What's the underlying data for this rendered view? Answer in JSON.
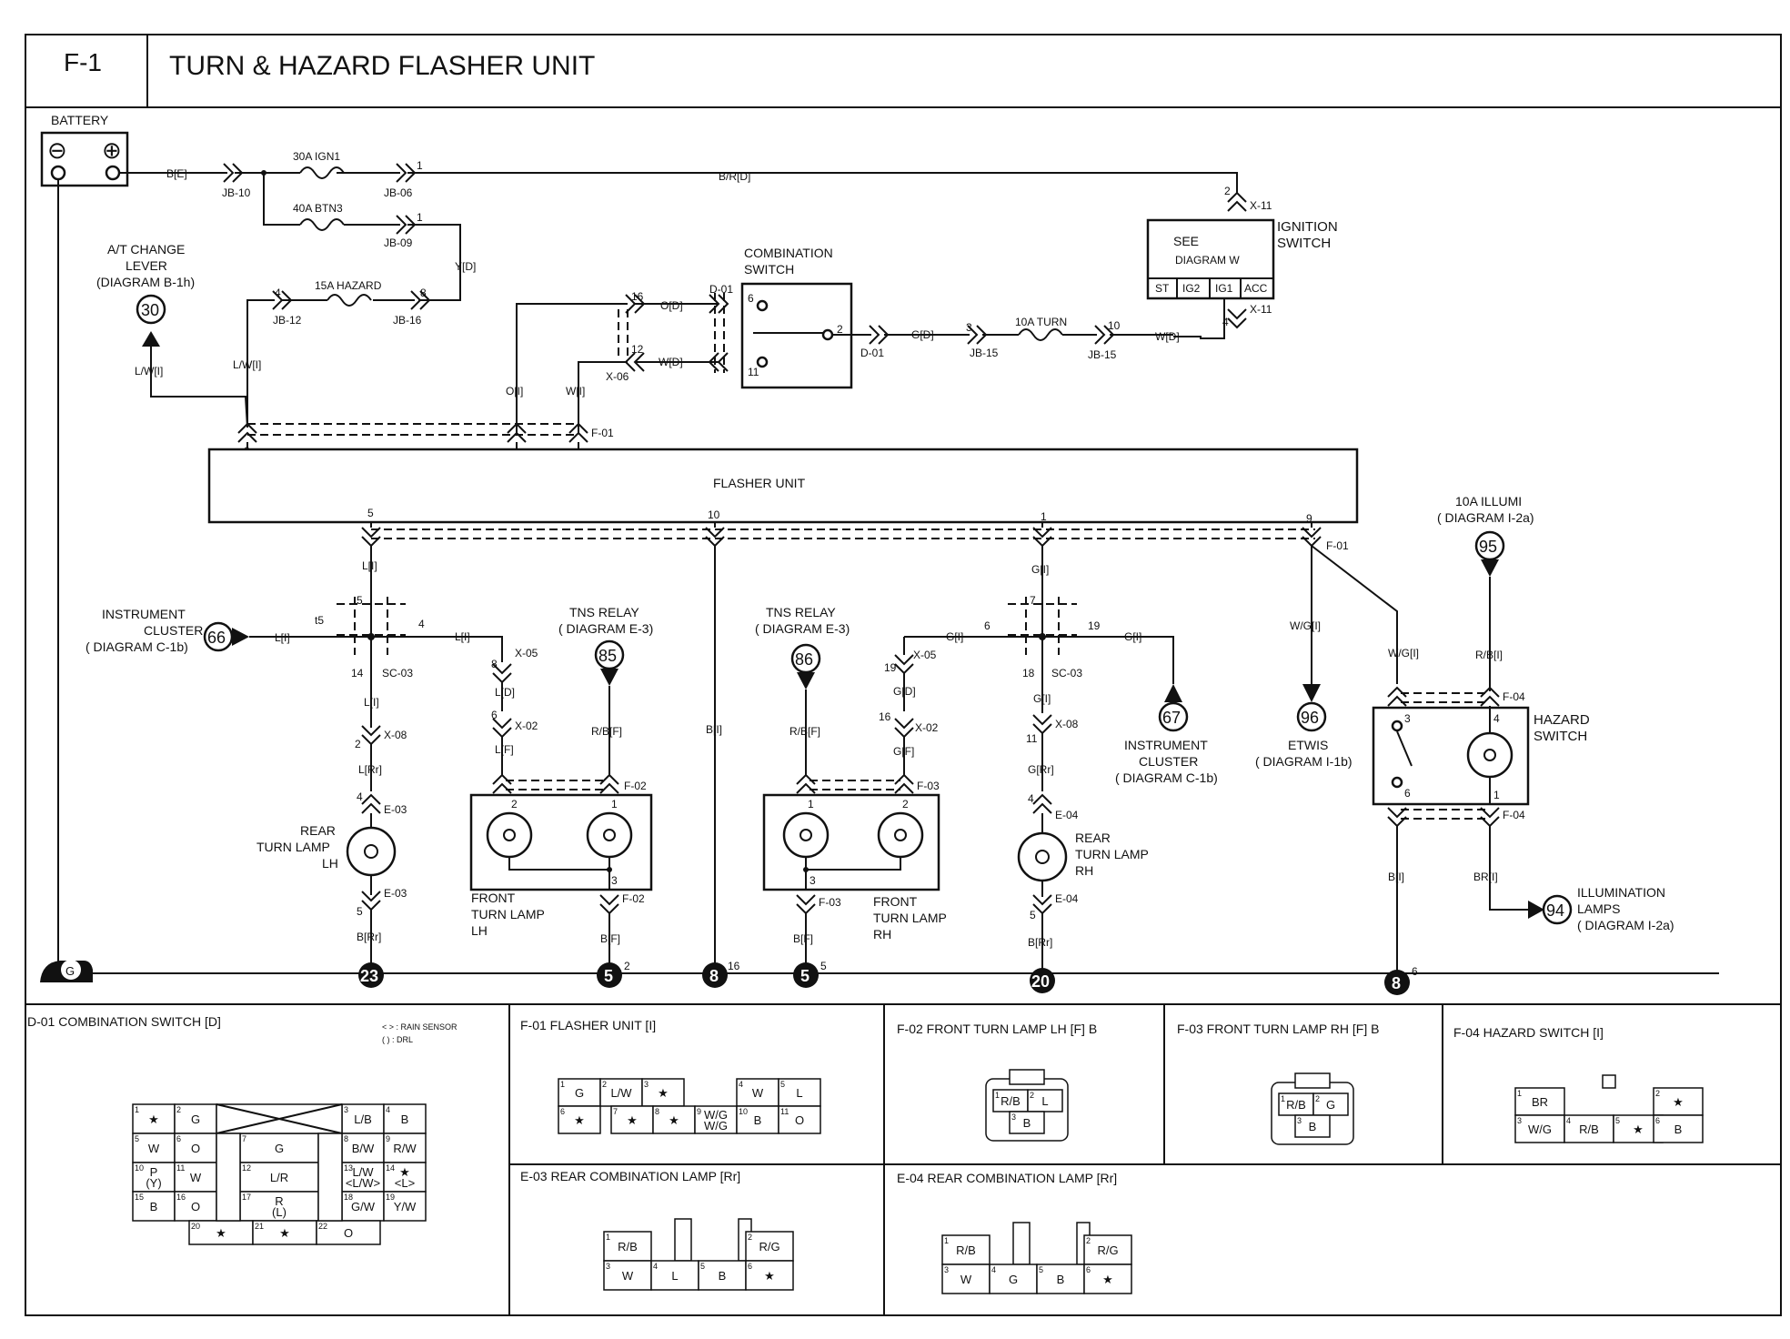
{
  "header": {
    "code": "F-1",
    "title": "TURN & HAZARD FLASHER UNIT"
  },
  "labels": {
    "battery": "BATTERY",
    "minus": "⊖",
    "plus": "⊕",
    "w_batt": "B[E]",
    "jb10": "JB-10",
    "fuse_ign1": "30A IGN1",
    "fuse_btn3": "40A BTN3",
    "jb06": "JB-06",
    "jb09": "JB-09",
    "p1": "1",
    "w_brd": "B/R[D]",
    "x11": "X-11",
    "p2": "2",
    "ign_see": "SEE",
    "ign_diag": "DIAGRAM  W",
    "ign_title1": "IGNITION",
    "ign_title2": "SWITCH",
    "ign_st": "ST",
    "ign_ig2": "IG2",
    "ign_ig1": "IG1",
    "ign_acc": "ACC",
    "p4": "4",
    "at1": "A/T CHANGE",
    "at2": "LEVER",
    "at3": "(DIAGRAM B-1h)",
    "n30": "30",
    "w_lwi": "L/W[I]",
    "fuse_hazard": "15A HAZARD",
    "jb12": "JB-12",
    "jb16": "JB-16",
    "p8": "8",
    "w_yd": "Y[D]",
    "comb1": "COMBINATION",
    "comb2": "SWITCH",
    "d01": "D-01",
    "p6": "6",
    "p11": "11",
    "p16": "16",
    "p12": "12",
    "x06": "X-06",
    "w_od": "O[D]",
    "w_wd": "W[D]",
    "w_oi": "O[I]",
    "w_wi": "W[I]",
    "w_gd": "G[D]",
    "fuse_turn": "10A TURN",
    "jb15": "JB-15",
    "p3": "3",
    "p10": "10",
    "flasher": "FLASHER UNIT",
    "f01": "F-01",
    "p5": "5",
    "p9": "9",
    "w_li": "L[I]",
    "w_gi": "G[I]",
    "w_wgi": "W/G[I]",
    "sc03": "SC-03",
    "t5": "t5",
    "p14": "14",
    "p7": "7",
    "p18": "18",
    "p19": "19",
    "ic1": "INSTRUMENT",
    "ic2": "CLUSTER",
    "ic3": "( DIAGRAM C-1b)",
    "n66": "66",
    "n67": "67",
    "tns1": "TNS RELAY",
    "tns2": "( DIAGRAM E-3)",
    "n85": "85",
    "n86": "86",
    "w_rbf": "R/B[F]",
    "x05": "X-05",
    "x02": "X-02",
    "x08": "X-08",
    "w_ld": "L[D]",
    "w_lf": "L[F]",
    "w_lrr": "L[Rr]",
    "w_gf": "G[F]",
    "w_grr": "G[Rr]",
    "w_gd2": "G[D]",
    "f02": "F-02",
    "f03": "F-03",
    "e03": "E-03",
    "e04": "E-04",
    "rtl1": "REAR",
    "rtl2": "TURN LAMP",
    "rtl3": "LH",
    "rtr3": "RH",
    "ftl1": "FRONT",
    "ftl2": "TURN LAMP",
    "ftl3": "LH",
    "ftr3": "RH",
    "w_bi": "B[I]",
    "w_bf": "B[F]",
    "w_brr": "B[Rr]",
    "w_bri": "BR[I]",
    "w_rbi": "R/B[I]",
    "n96": "96",
    "etwis1": "ETWIS",
    "etwis2": "( DIAGRAM  I-1b)",
    "illumi1": "10A ILLUMI",
    "illumi2": "( DIAGRAM  I-2a)",
    "n95": "95",
    "f04": "F-04",
    "haz1": "HAZARD",
    "haz2": "SWITCH",
    "n94": "94",
    "ill1": "ILLUMINATION",
    "ill2": "LAMPS",
    "ill3": "( DIAGRAM  I-2a)",
    "g": "G",
    "g23": "23",
    "g5": "5",
    "g8": "8",
    "g20": "20",
    "p2s": "2",
    "p16s": "16",
    "p5s": "5",
    "p6s": "6"
  },
  "connectors": {
    "d01": {
      "title": "D-01 COMBINATION SWITCH  [D]",
      "legend1": "< > : RAIN SENSOR",
      "legend2": "(   ) : DRL",
      "cells": [
        [
          "1",
          "★"
        ],
        [
          "2",
          "G"
        ],
        [
          "3",
          "L/B"
        ],
        [
          "4",
          "B"
        ],
        [
          "5",
          "W"
        ],
        [
          "6",
          "O"
        ],
        [
          "7",
          "G"
        ],
        [
          "8",
          "B/W"
        ],
        [
          "9",
          "R/W"
        ],
        [
          "10",
          "P (Y)"
        ],
        [
          "11",
          "W"
        ],
        [
          "12",
          "L/R"
        ],
        [
          "13",
          "L/W <L/W>"
        ],
        [
          "14",
          "★ <L>"
        ],
        [
          "15",
          "B"
        ],
        [
          "16",
          "O"
        ],
        [
          "17",
          "R (L)"
        ],
        [
          "18",
          "G/W"
        ],
        [
          "19",
          "Y/W"
        ],
        [
          "20",
          "★"
        ],
        [
          "21",
          "★"
        ],
        [
          "22",
          "O"
        ]
      ]
    },
    "f01": {
      "title": "F-01 FLASHER UNIT [I]",
      "cells": [
        [
          "1",
          "G"
        ],
        [
          "2",
          "L/W"
        ],
        [
          "3",
          "★"
        ],
        [
          "4",
          "W"
        ],
        [
          "5",
          "L"
        ],
        [
          "6",
          "★"
        ],
        [
          "7",
          "★"
        ],
        [
          "8",
          "★"
        ],
        [
          "9",
          "W/G W/G"
        ],
        [
          "10",
          "B"
        ],
        [
          "11",
          "O"
        ]
      ]
    },
    "f02": {
      "title": "F-02 FRONT TURN LAMP LH [F] B",
      "cells": [
        [
          "1",
          "R/B"
        ],
        [
          "2",
          "L"
        ],
        [
          "3",
          "B"
        ]
      ]
    },
    "f03": {
      "title": "F-03 FRONT TURN LAMP RH [F] B",
      "cells": [
        [
          "1",
          "R/B"
        ],
        [
          "2",
          "G"
        ],
        [
          "3",
          "B"
        ]
      ]
    },
    "f04": {
      "title": "F-04 HAZARD SWITCH [I]",
      "cells": [
        [
          "1",
          "BR"
        ],
        [
          "2",
          "★"
        ],
        [
          "3",
          "W/G"
        ],
        [
          "4",
          "R/B"
        ],
        [
          "5",
          "★"
        ],
        [
          "6",
          "B"
        ]
      ]
    },
    "e03": {
      "title": "E-03 REAR COMBINATION LAMP  [Rr]",
      "cells": [
        [
          "1",
          "R/B"
        ],
        [
          "2",
          "R/G"
        ],
        [
          "3",
          "W"
        ],
        [
          "4",
          "L"
        ],
        [
          "5",
          "B"
        ],
        [
          "6",
          "★"
        ]
      ]
    },
    "e04": {
      "title": "E-04 REAR COMBINATION LAMP [Rr]",
      "cells": [
        [
          "1",
          "R/B"
        ],
        [
          "2",
          "R/G"
        ],
        [
          "3",
          "W"
        ],
        [
          "4",
          "G"
        ],
        [
          "5",
          "B"
        ],
        [
          "6",
          "★"
        ]
      ]
    }
  }
}
